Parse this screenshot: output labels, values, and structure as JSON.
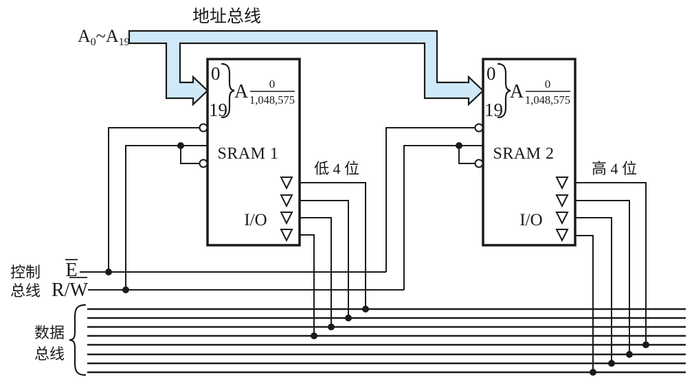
{
  "colors": {
    "bus_fill": "#cfe9f8",
    "ink": "#1a1a1a"
  },
  "labels": {
    "address_bus_title": "地址总线",
    "low_4_bits": "低 4 位",
    "high_4_bits": "高 4 位",
    "control_bus_line1": "控制",
    "control_bus_line2": "总线",
    "enable_signal": "E",
    "rw_prefix": "R/",
    "rw_w": "W",
    "data_bus_line1": "数据",
    "data_bus_line2": "总线"
  },
  "address_range": {
    "letter1": "A",
    "sub1": "0",
    "tilde": "~",
    "letter2": "A",
    "sub2": "19"
  },
  "sram1": {
    "name": "SRAM 1",
    "addr_pin_top": "0",
    "addr_pin_bottom": "19",
    "addr_letter": "A",
    "addr_numerator": "0",
    "addr_denominator": "1,048,575",
    "io_label": "I/O"
  },
  "sram2": {
    "name": "SRAM 2",
    "addr_pin_top": "0",
    "addr_pin_bottom": "19",
    "addr_letter": "A",
    "addr_numerator": "0",
    "addr_denominator": "1,048,575",
    "io_label": "I/O"
  }
}
